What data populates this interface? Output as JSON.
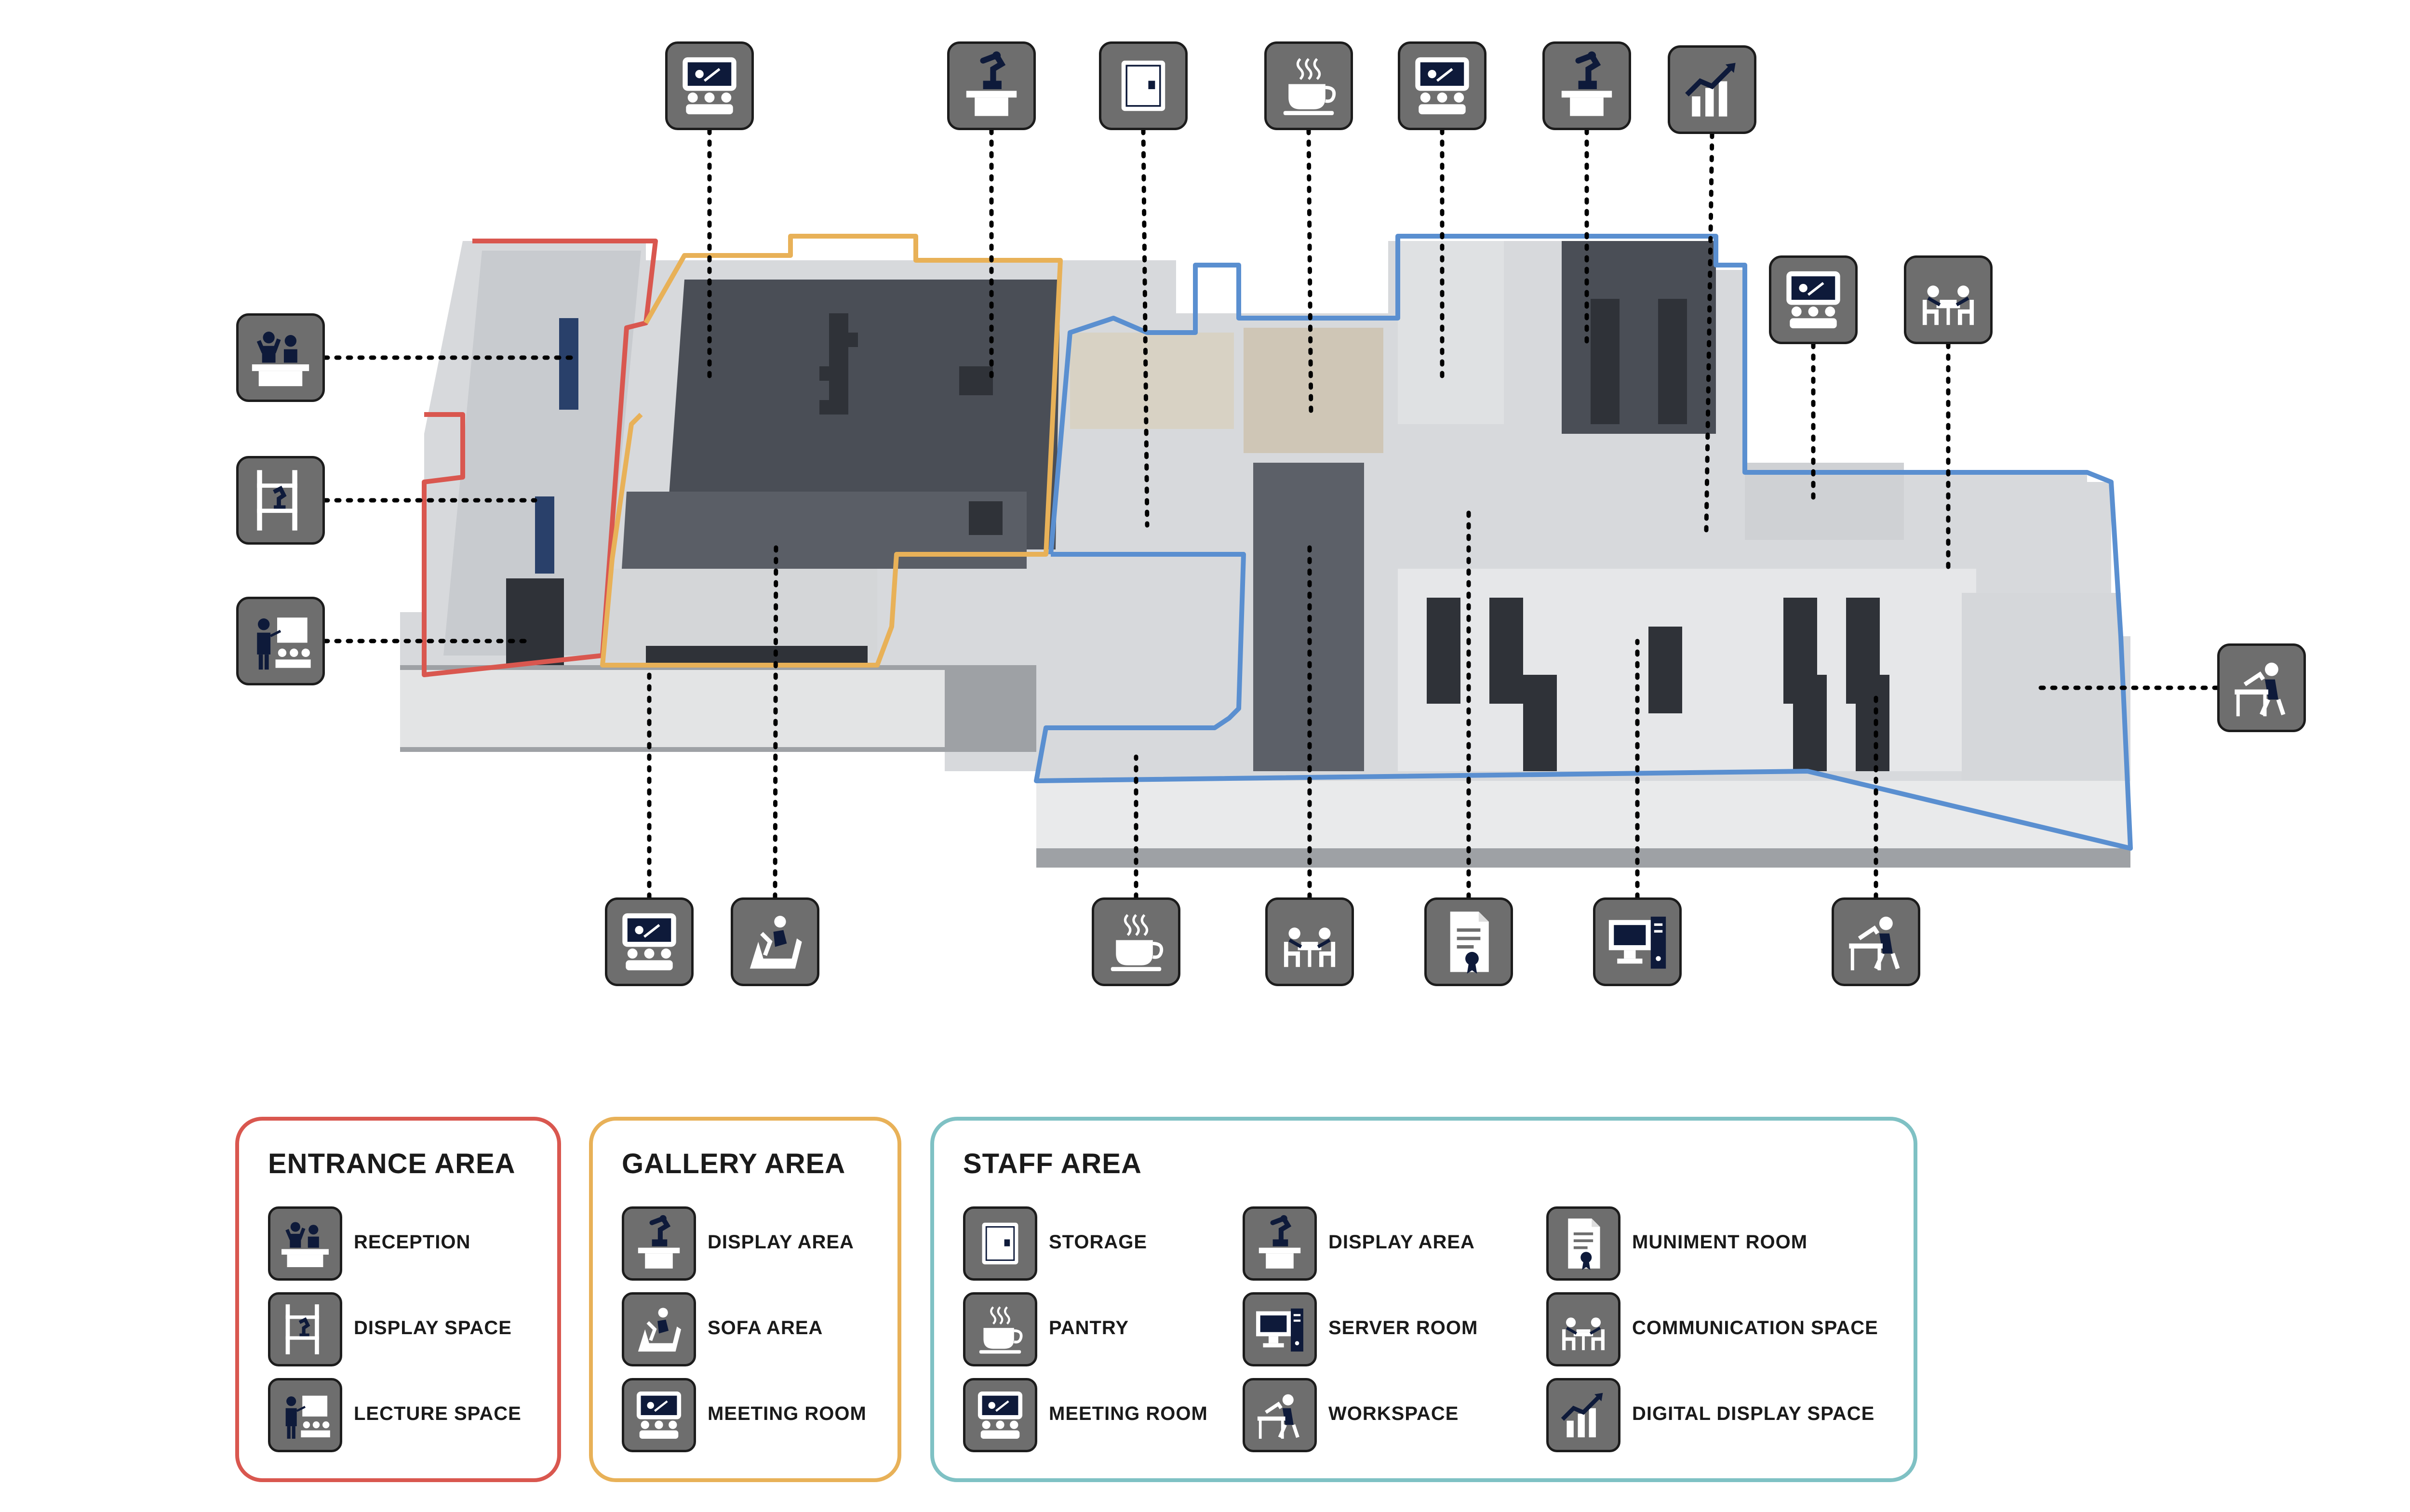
{
  "legend": {
    "entrance": {
      "title": "ENTRANCE AREA",
      "color": "#d9574f",
      "items": [
        {
          "icon": "reception-icon",
          "label": "RECEPTION"
        },
        {
          "icon": "display-space-icon",
          "label": "DISPLAY SPACE"
        },
        {
          "icon": "lecture-icon",
          "label": "LECTURE SPACE"
        }
      ]
    },
    "gallery": {
      "title": "GALLERY AREA",
      "color": "#e8b158",
      "items": [
        {
          "icon": "robot-display-icon",
          "label": "DISPLAY AREA"
        },
        {
          "icon": "sofa-icon",
          "label": "SOFA AREA"
        },
        {
          "icon": "meeting-icon",
          "label": "MEETING ROOM"
        }
      ]
    },
    "staff": {
      "title": "STAFF AREA",
      "color": "#7fc1c4",
      "items": [
        {
          "icon": "storage-icon",
          "label": "STORAGE"
        },
        {
          "icon": "pantry-icon",
          "label": "PANTRY"
        },
        {
          "icon": "meeting-icon",
          "label": "MEETING ROOM"
        },
        {
          "icon": "robot-display-icon",
          "label": "DISPLAY AREA"
        },
        {
          "icon": "server-icon",
          "label": "SERVER ROOM"
        },
        {
          "icon": "workspace-icon",
          "label": "WORKSPACE"
        },
        {
          "icon": "muniment-icon",
          "label": "MUNIMENT ROOM"
        },
        {
          "icon": "communication-icon",
          "label": "COMMUNICATION SPACE"
        },
        {
          "icon": "chart-icon",
          "label": "DIGITAL DISPLAY SPACE"
        }
      ]
    }
  },
  "zone_colors": {
    "entrance": "#d9574f",
    "gallery": "#e8b158",
    "staff": "#5a8fd0"
  },
  "callouts": [
    "meeting-icon",
    "robot-display-icon",
    "storage-icon",
    "pantry-icon",
    "meeting-icon",
    "robot-display-icon",
    "chart-icon",
    "reception-icon",
    "display-space-icon",
    "lecture-icon",
    "meeting-icon",
    "communication-icon",
    "workspace-icon",
    "meeting-icon",
    "sofa-icon",
    "pantry-icon",
    "communication-icon",
    "muniment-icon",
    "server-icon",
    "workspace-icon"
  ]
}
